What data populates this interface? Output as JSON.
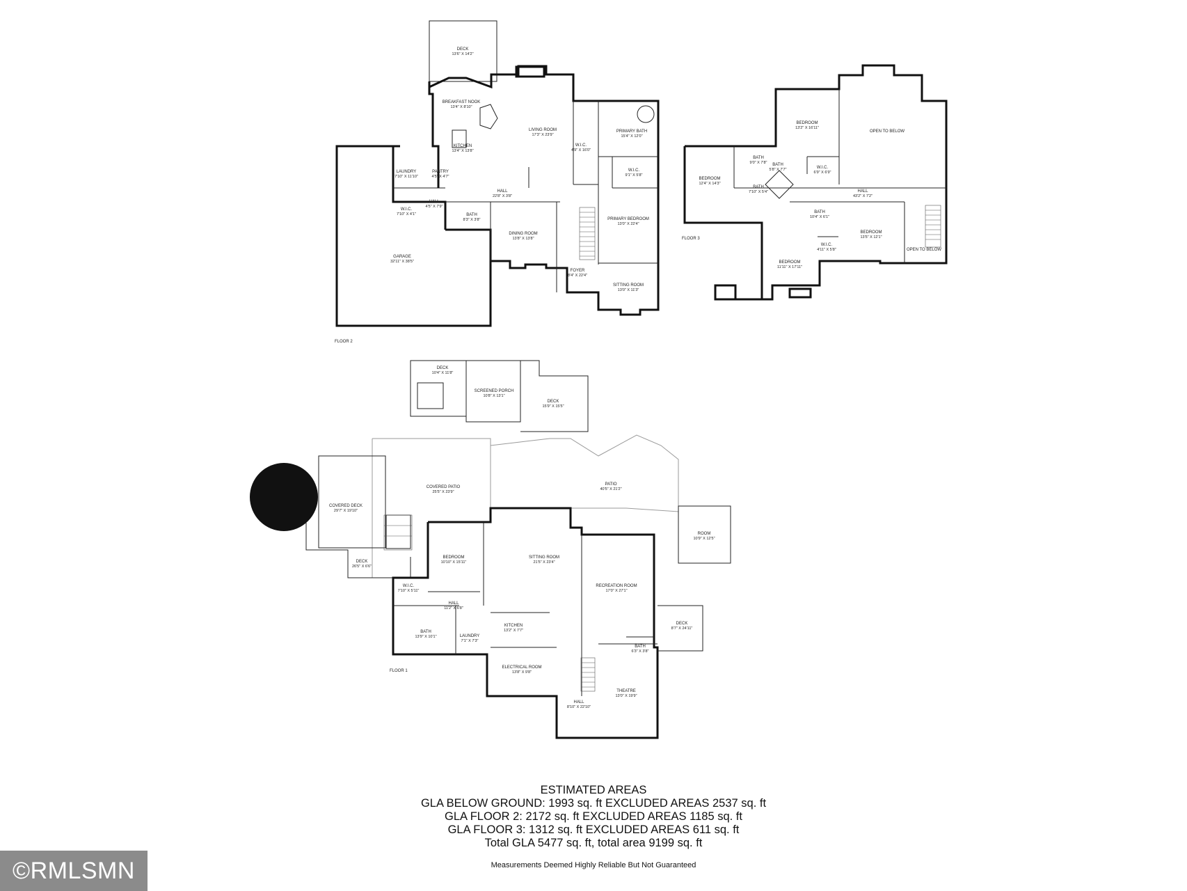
{
  "floors": [
    {
      "label": "FLOOR 2",
      "rooms": [
        {
          "name": "DECK",
          "dim": "13'6\" X 14'2\""
        },
        {
          "name": "BREAKFAST NOOK",
          "dim": "13'4\" X 8'10\""
        },
        {
          "name": "KITCHEN",
          "dim": "13'4\" X 13'8\""
        },
        {
          "name": "PANTRY",
          "dim": "4'5\" X 4'7\""
        },
        {
          "name": "LIVING ROOM",
          "dim": "17'3\" X 23'9\""
        },
        {
          "name": "LAUNDRY",
          "dim": "7'10\" X 11'10\""
        },
        {
          "name": "W.I.C.",
          "dim": "7'10\" X 4'1\""
        },
        {
          "name": "HALL",
          "dim": "4'5\" X 7'9\""
        },
        {
          "name": "BATH",
          "dim": "8'3\" X 3'8\""
        },
        {
          "name": "HALL",
          "dim": "22'8\" X 3'8\""
        },
        {
          "name": "W.I.C.",
          "dim": "4'9\" X 16'0\""
        },
        {
          "name": "PRIMARY BATH",
          "dim": "15'4\" X 12'0\""
        },
        {
          "name": "W.I.C.",
          "dim": "9'1\" X 5'8\""
        },
        {
          "name": "PRIMARY BEDROOM",
          "dim": "13'0\" X 22'4\""
        },
        {
          "name": "GARAGE",
          "dim": "32'11\" X 38'5\""
        },
        {
          "name": "DINING ROOM",
          "dim": "13'8\" X 13'8\""
        },
        {
          "name": "FOYER",
          "dim": "8'4\" X 22'4\""
        },
        {
          "name": "SITTING ROOM",
          "dim": "13'0\" X 11'3\""
        }
      ]
    },
    {
      "label": "FLOOR 3",
      "rooms": [
        {
          "name": "BEDROOM",
          "dim": "13'2\" X 16'11\""
        },
        {
          "name": "OPEN TO BELOW",
          "dim": ""
        },
        {
          "name": "BATH",
          "dim": "9'0\" X 7'8\""
        },
        {
          "name": "BATH",
          "dim": "5'8\" X 7'7\""
        },
        {
          "name": "W.I.C.",
          "dim": "6'9\" X 6'9\""
        },
        {
          "name": "BEDROOM",
          "dim": "12'4\" X 14'3\""
        },
        {
          "name": "BATH",
          "dim": "7'10\" X 5'4\""
        },
        {
          "name": "HALL",
          "dim": "43'2\" X 7'2\""
        },
        {
          "name": "BATH",
          "dim": "10'4\" X 6'1\""
        },
        {
          "name": "BEDROOM",
          "dim": "13'5\" X 12'1\""
        },
        {
          "name": "W.I.C.",
          "dim": "4'11\" X 5'8\""
        },
        {
          "name": "OPEN TO BELOW",
          "dim": ""
        },
        {
          "name": "BEDROOM",
          "dim": "11'11\" X 17'11\""
        }
      ]
    },
    {
      "label": "FLOOR 1",
      "rooms": [
        {
          "name": "DECK",
          "dim": "10'4\" X 11'8\""
        },
        {
          "name": "SCREENED PORCH",
          "dim": "10'8\" X 13'1\""
        },
        {
          "name": "DECK",
          "dim": "15'9\" X 15'5\""
        },
        {
          "name": "COVERED PATIO",
          "dim": "25'5\" X 23'9\""
        },
        {
          "name": "PATIO",
          "dim": "40'5\" X 21'2\""
        },
        {
          "name": "COVERED DECK",
          "dim": "29'7\" X 19'10\""
        },
        {
          "name": "ROOM",
          "dim": "10'9\" X 12'5\""
        },
        {
          "name": "DECK",
          "dim": "26'5\" X 6'6\""
        },
        {
          "name": "BEDROOM",
          "dim": "10'10\" X 15'11\""
        },
        {
          "name": "SITTING ROOM",
          "dim": "21'5\" X 23'4\""
        },
        {
          "name": "RECREATION ROOM",
          "dim": "17'0\" X 27'1\""
        },
        {
          "name": "W.I.C.",
          "dim": "7'10\" X 5'11\""
        },
        {
          "name": "HALL",
          "dim": "11'2\" X 6'8\""
        },
        {
          "name": "BATH",
          "dim": "13'9\" X 10'1\""
        },
        {
          "name": "LAUNDRY",
          "dim": "7'1\" X 7'3\""
        },
        {
          "name": "KITCHEN",
          "dim": "13'2\" X 7'7\""
        },
        {
          "name": "DECK",
          "dim": "8'7\" X 24'11\""
        },
        {
          "name": "BATH",
          "dim": "6'3\" X 3'8\""
        },
        {
          "name": "ELECTRICAL ROOM",
          "dim": "13'8\" X 9'8\""
        },
        {
          "name": "THEATRE",
          "dim": "13'0\" X 19'9\""
        },
        {
          "name": "HALL",
          "dim": "8'10\" X 22'10\""
        }
      ]
    }
  ],
  "areas": {
    "heading": "ESTIMATED AREAS",
    "lines": [
      "GLA BELOW GROUND: 1993 sq. ft EXCLUDED AREAS 2537 sq. ft",
      "GLA FLOOR 2: 2172 sq. ft EXCLUDED AREAS 1185 sq. ft",
      "GLA FLOOR 3: 1312 sq. ft EXCLUDED AREAS 611 sq. ft",
      "Total GLA 5477 sq. ft, total area 9199 sq. ft"
    ]
  },
  "disclaimer": "Measurements Deemed Highly Reliable But Not Guaranteed",
  "watermark": "©RMLSMN"
}
